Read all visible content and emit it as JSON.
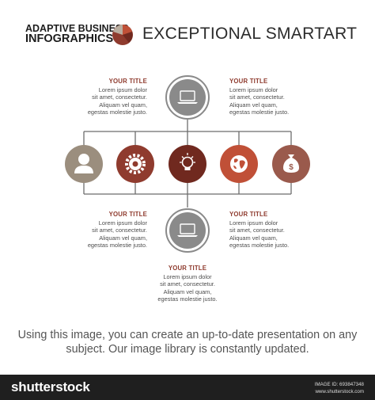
{
  "brand": {
    "line1": "ADAPTIVE BUSINESS",
    "line2": "INFOGRAPHICS"
  },
  "title": "EXCEPTIONAL SMARTART",
  "blocks": [
    {
      "title": "YOUR TITLE",
      "lines": [
        "Lorem ipsum dolor",
        "sit amet, consectetur.",
        "Aliquam vel quam,",
        "egestas molestie justo."
      ]
    },
    {
      "title": "YOUR TITLE",
      "lines": [
        "Lorem ipsum dolor",
        "sit amet, consectetur.",
        "Aliquam vel quam,",
        "egestas molestie justo."
      ]
    },
    {
      "title": "YOUR TITLE",
      "lines": [
        "Lorem ipsum dolor",
        "sit amet, consectetur.",
        "Aliquam vel quam,",
        "egestas molestie justo."
      ]
    },
    {
      "title": "YOUR TITLE",
      "lines": [
        "Lorem ipsum dolor",
        "sit amet, consectetur.",
        "Aliquam vel quam,",
        "egestas molestie justo."
      ]
    },
    {
      "title": "YOUR TITLE",
      "lines": [
        "Lorem ipsum dolor",
        "sit amet, consectetur.",
        "Aliquam vel quam,",
        "egestas molestie justo."
      ]
    }
  ],
  "nodes": [
    {
      "icon": "person-icon",
      "color": "#9b8e7e"
    },
    {
      "icon": "gear-icon",
      "color": "#8f3b2e"
    },
    {
      "icon": "lightbulb-icon",
      "color": "#70291f"
    },
    {
      "icon": "globe-icon",
      "color": "#c05037"
    },
    {
      "icon": "money-bag-icon",
      "color": "#9a5a4c"
    }
  ],
  "hub_icon": "laptop-icon",
  "hub_color": "#8a8a8a",
  "caption": "Using this image, you can create an up-to-date presentation on any subject. Our image library is constantly updated.",
  "footer": {
    "logo": "shutterstock",
    "id_line1": "IMAGE ID: 693847348",
    "id_line2": "www.shutterstock.com"
  }
}
